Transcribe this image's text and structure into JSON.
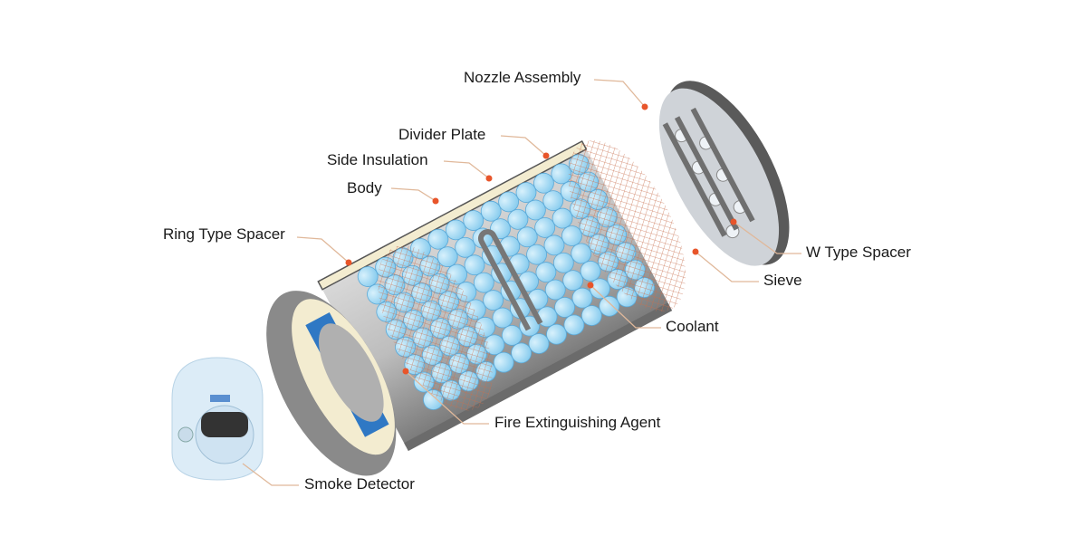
{
  "labels": {
    "nozzle_assembly": "Nozzle Assembly",
    "divider_plate": "Divider Plate",
    "side_insulation": "Side Insulation",
    "body": "Body",
    "ring_type_spacer": "Ring Type Spacer",
    "w_type_spacer": "W Type Spacer",
    "sieve": "Sieve",
    "coolant": "Coolant",
    "fire_extinguishing_agent": "Fire Extinguishing Agent",
    "smoke_detector": "Smoke Detector"
  },
  "colors": {
    "leader": "#e0b89a",
    "dot": "#e8552a",
    "coolant": "#a9dcf3",
    "agent": "#2f78c4",
    "insulation": "#f3ecd0",
    "body": "#8c8c8c",
    "mesh": "#c8704f"
  }
}
